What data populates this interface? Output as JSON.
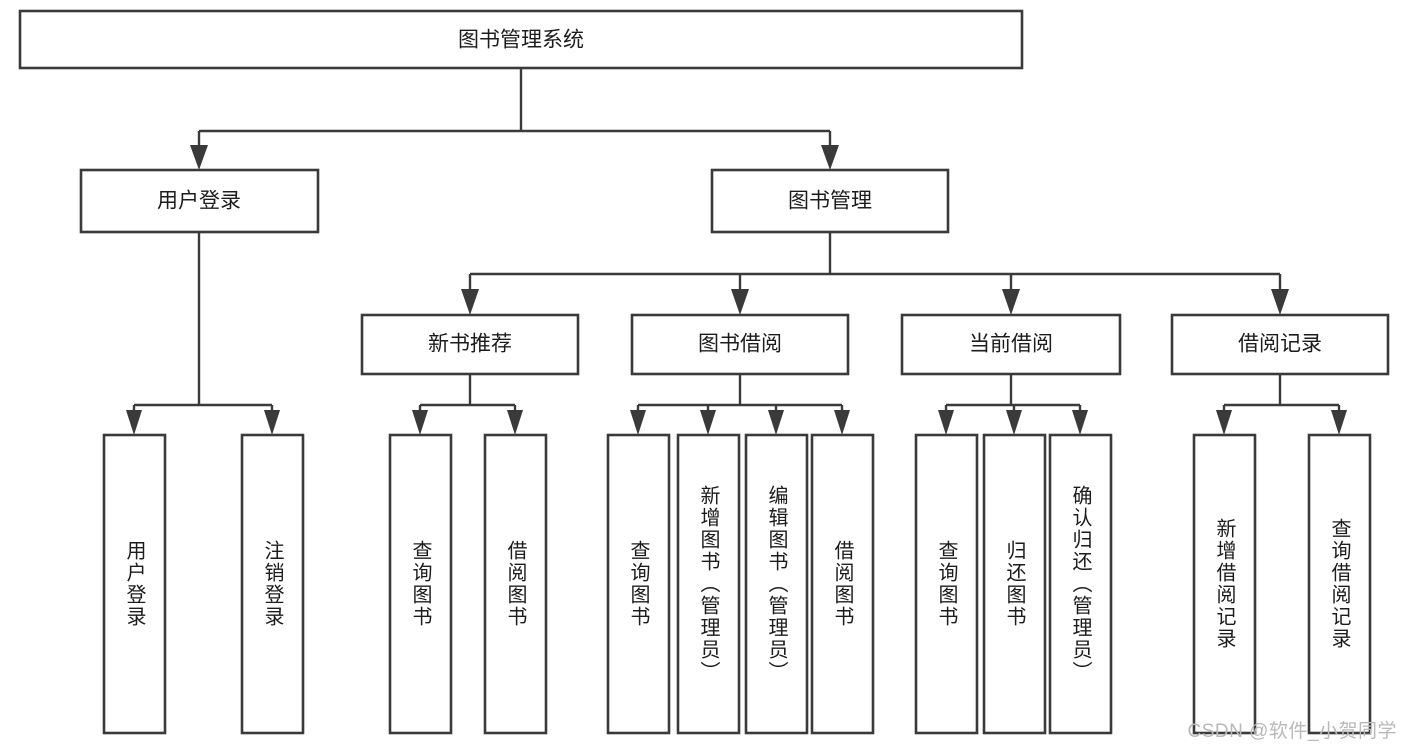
{
  "diagram": {
    "type": "tree-hierarchy",
    "title": "图书管理系统",
    "watermark": "CSDN @软件_小贺同学",
    "colors": {
      "box_stroke": "#3a3a3a",
      "box_fill": "#ffffff",
      "text": "#1c1c1c",
      "background": "#ffffff",
      "watermark": "#b9b9b9"
    },
    "levels": {
      "root": {
        "label": "图书管理系统"
      },
      "level2": [
        {
          "id": "user-login",
          "label": "用户登录"
        },
        {
          "id": "book-management",
          "label": "图书管理"
        }
      ],
      "level3": [
        {
          "id": "new-book-recommend",
          "label": "新书推荐"
        },
        {
          "id": "book-borrow",
          "label": "图书借阅"
        },
        {
          "id": "current-borrow",
          "label": "当前借阅"
        },
        {
          "id": "borrow-record",
          "label": "借阅记录"
        }
      ],
      "leaves": [
        {
          "id": "leaf-user-login",
          "label": "用户登录",
          "parent": "user-login"
        },
        {
          "id": "leaf-logout-login",
          "label": "注销登录",
          "parent": "user-login"
        },
        {
          "id": "leaf-query-book-1",
          "label": "查询图书",
          "parent": "new-book-recommend"
        },
        {
          "id": "leaf-borrow-book-1",
          "label": "借阅图书",
          "parent": "new-book-recommend"
        },
        {
          "id": "leaf-query-book-2",
          "label": "查询图书",
          "parent": "book-borrow"
        },
        {
          "id": "leaf-add-book",
          "label": "新增图书（管理员）",
          "parent": "book-borrow"
        },
        {
          "id": "leaf-edit-book",
          "label": "编辑图书（管理员）",
          "parent": "book-borrow"
        },
        {
          "id": "leaf-borrow-book-2",
          "label": "借阅图书",
          "parent": "book-borrow"
        },
        {
          "id": "leaf-query-book-3",
          "label": "查询图书",
          "parent": "current-borrow"
        },
        {
          "id": "leaf-return-book",
          "label": "归还图书",
          "parent": "current-borrow"
        },
        {
          "id": "leaf-confirm-return",
          "label": "确认归还（管理员）",
          "parent": "current-borrow"
        },
        {
          "id": "leaf-add-record",
          "label": "新增借阅记录",
          "parent": "borrow-record"
        },
        {
          "id": "leaf-query-record",
          "label": "查询借阅记录",
          "parent": "borrow-record"
        }
      ]
    }
  }
}
